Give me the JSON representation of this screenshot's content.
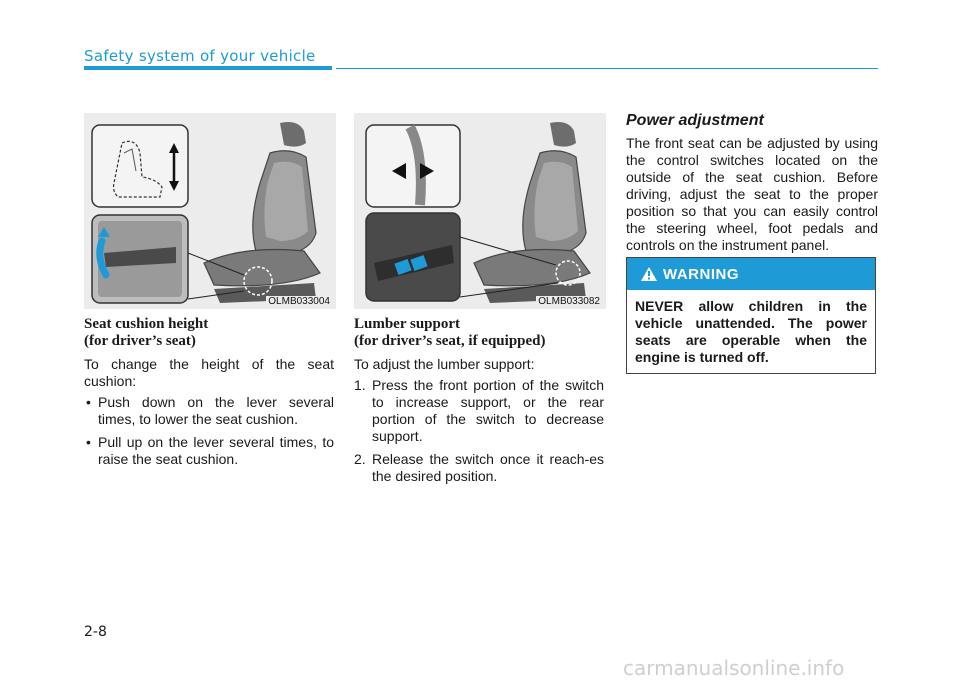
{
  "header": {
    "title": "Safety system of your vehicle"
  },
  "figures": [
    {
      "code": "OLMB033004"
    },
    {
      "code": "OLMB033082"
    }
  ],
  "seat_cushion": {
    "title_line1": "Seat cushion height",
    "title_line2": "(for driver’s seat)",
    "intro": "To change the height of the seat cushion:",
    "bullets": [
      "Push down on the lever several times, to lower the seat cushion.",
      "Pull up on the lever several times, to raise the seat cushion."
    ]
  },
  "lumbar": {
    "title_line1": "Lumber support",
    "title_line2": "(for driver’s seat, if equipped)",
    "intro": "To adjust the lumber support:",
    "steps": [
      {
        "num": "1.",
        "text": "Press the front portion of the switch to increase support, or the rear portion of the switch to decrease support."
      },
      {
        "num": "2.",
        "text": "Release the switch once it reach-es the desired position."
      }
    ]
  },
  "power": {
    "title": "Power adjustment",
    "body": "The front seat can be adjusted by using the control switches located on the outside of the seat cushion. Before driving, adjust the seat to the proper position so that you can easily control the steering wheel, foot pedals and controls on the instrument panel."
  },
  "warning": {
    "heading": "WARNING",
    "text": "NEVER allow children in the vehicle unattended. The power seats are operable when the engine is turned off."
  },
  "page_number": "2-8",
  "watermark": "carmanualsonline.info",
  "colors": {
    "accent": "#1e9bd7"
  }
}
